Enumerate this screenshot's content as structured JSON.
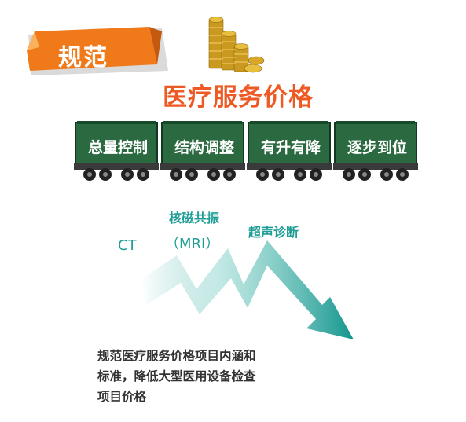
{
  "banner": {
    "label": "规范"
  },
  "main_title": "医疗服务价格",
  "train": {
    "cars": [
      {
        "label": "总量控制"
      },
      {
        "label": "结构调整"
      },
      {
        "label": "有升有降"
      },
      {
        "label": "逐步到位"
      }
    ]
  },
  "technologies": {
    "ct": "CT",
    "mri_line1": "核磁共振",
    "mri_line2": "（MRI）",
    "ultrasound": "超声诊断"
  },
  "description": {
    "line1": "规范医疗服务价格项目内涵和",
    "line2": "标准，降低大型医用设备检查",
    "line3": "项目价格"
  },
  "colors": {
    "title_orange": "#ee5a24",
    "banner_orange": "#f07a1a",
    "train_green": "#1e5c35",
    "teal": "#1f9e96"
  }
}
